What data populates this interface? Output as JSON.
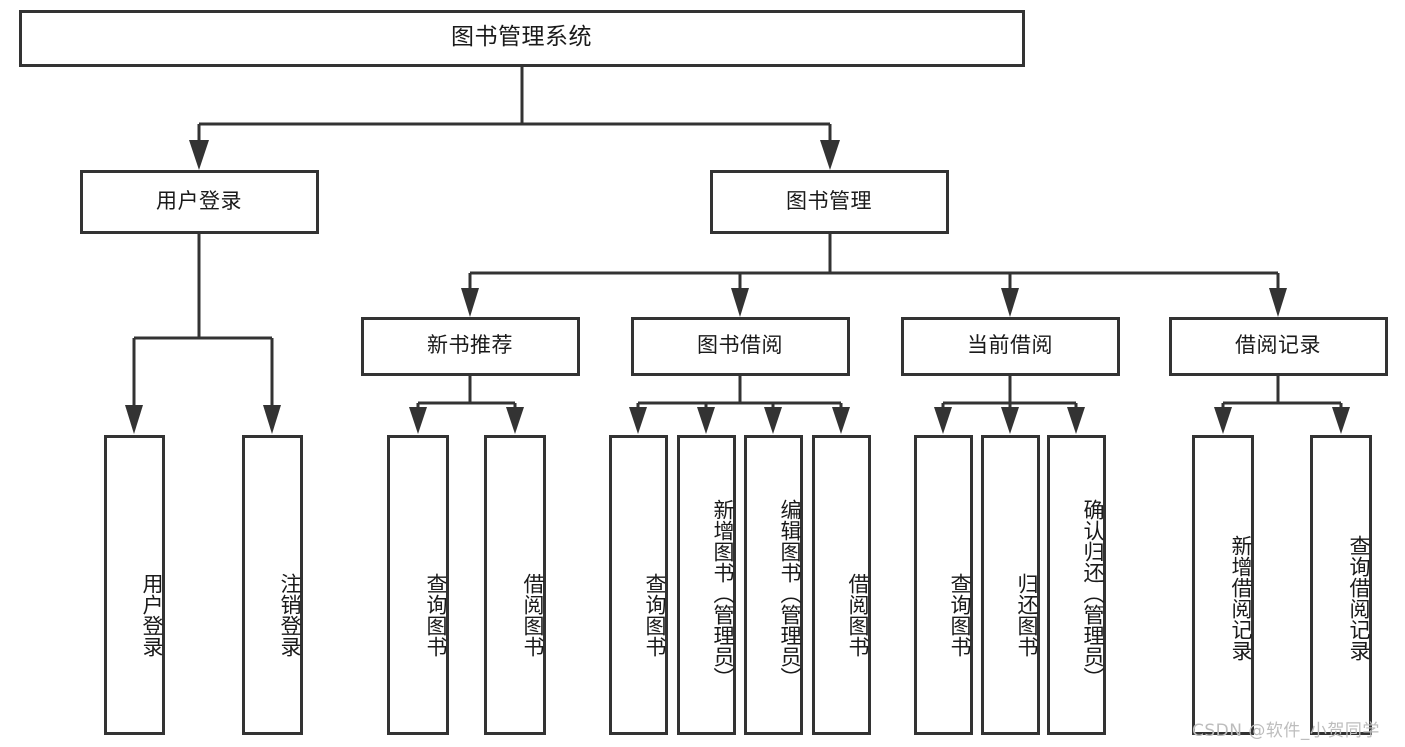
{
  "diagram": {
    "type": "tree-hierarchy",
    "title": "图书管理系统",
    "orientation": "top-down",
    "colors": {
      "box_stroke": "#333333",
      "box_fill": "#ffffff",
      "text": "#1a1a1a",
      "background": "#ffffff",
      "watermark": "#bdbdbd"
    },
    "root": {
      "label": "图书管理系统"
    },
    "level1": [
      {
        "label": "用户登录"
      },
      {
        "label": "图书管理"
      }
    ],
    "level2": [
      {
        "label": "新书推荐"
      },
      {
        "label": "图书借阅"
      },
      {
        "label": "当前借阅"
      },
      {
        "label": "借阅记录"
      }
    ],
    "leaves": {
      "user_login": [
        {
          "label": "用户登录"
        },
        {
          "label": "注销登录"
        }
      ],
      "new_book_recommend": [
        {
          "label": "查询图书"
        },
        {
          "label": "借阅图书"
        }
      ],
      "book_borrow": [
        {
          "label": "查询图书"
        },
        {
          "label": "新增图书（管理员）"
        },
        {
          "label": "编辑图书（管理员）"
        },
        {
          "label": "借阅图书"
        }
      ],
      "current_borrow": [
        {
          "label": "查询图书"
        },
        {
          "label": "归还图书"
        },
        {
          "label": "确认归还（管理员）"
        }
      ],
      "borrow_record": [
        {
          "label": "新增借阅记录"
        },
        {
          "label": "查询借阅记录"
        }
      ]
    }
  },
  "watermark": {
    "text": "CSDN @软件_小贺同学"
  }
}
